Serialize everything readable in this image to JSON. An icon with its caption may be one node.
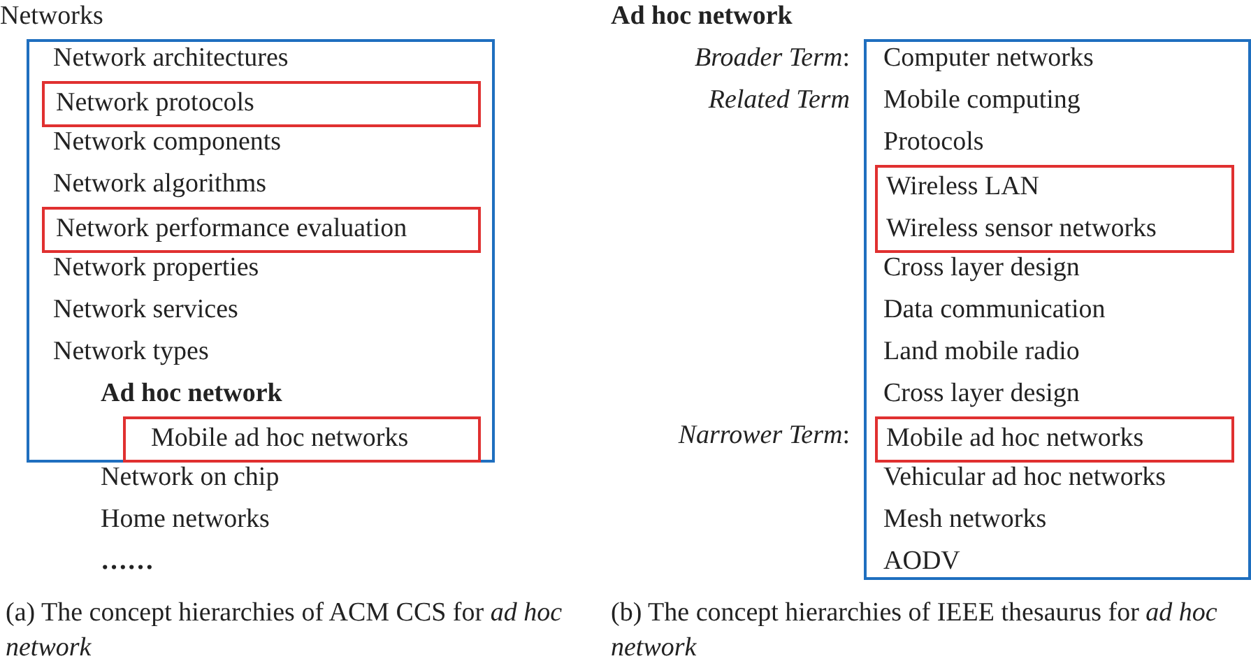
{
  "diagram": {
    "nodes": [
      {
        "text": [
          "Networks",
          "Network architectures",
          "Network components",
          "Network algorithms",
          "Network properties",
          "Network services",
          "Network types",
          "Ad hoc network"
        ]
      },
      {
        "text": [
          "Network protocols"
        ],
        "in": 0
      },
      {
        "text": [
          "Network performance evaluation"
        ],
        "in": 0
      },
      {
        "text": [
          "Mobile ad hoc networks"
        ],
        "in": 0
      },
      {
        "text": [
          "Ad hoc network",
          "Computer networks",
          "Mobile computing",
          "Protocols",
          "Cross layer design",
          "Data communication",
          "Land mobile radio",
          "Cross layer design",
          "Vehicular ad hoc networks",
          "Mesh networks",
          "AODV"
        ]
      },
      {
        "text": [
          "Wireless LAN",
          "Wireless sensor networks"
        ],
        "in": 4
      },
      {
        "text": [
          "Mobile ad hoc networks"
        ],
        "in": 4
      }
    ],
    "labels": [
      "*Broader Term*:",
      "*Related Term*",
      "*Narrower Term*:",
      "Network on chip",
      "Home networks",
      "……",
      "(a)  The concept hierarchies of ACM CCS for *ad hoc network*",
      "(b)  The concept hierarchies of IEEE thesaurus for *ad hoc network*"
    ]
  }
}
